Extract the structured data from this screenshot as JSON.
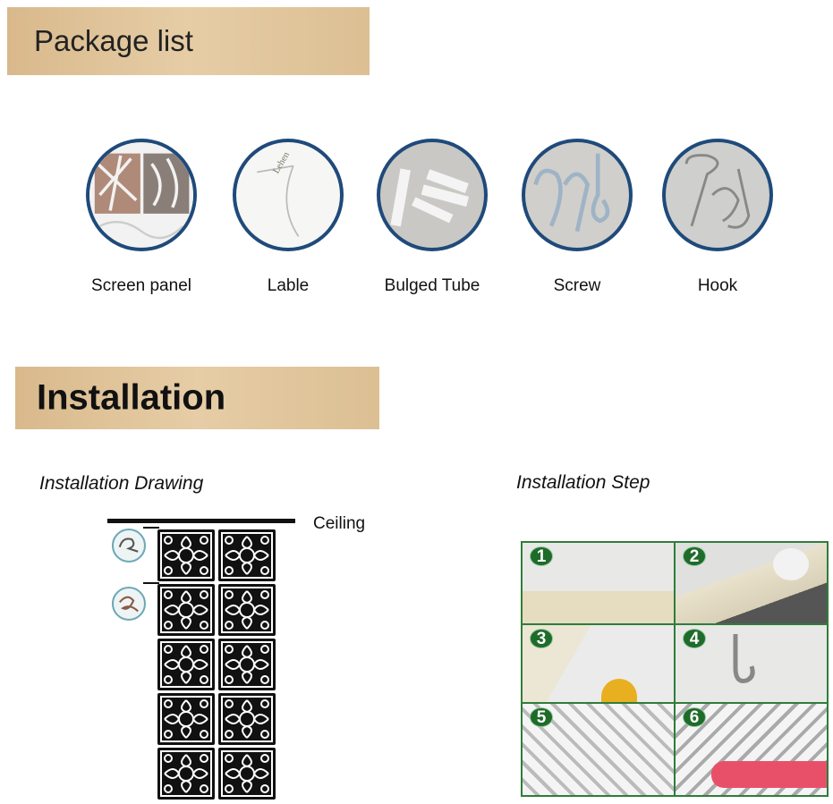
{
  "package": {
    "title": "Package list",
    "items": [
      {
        "label": "Screen panel",
        "icon": "screen-panel"
      },
      {
        "label": "Lable",
        "icon": "label-tag",
        "tag_text": "Lehen"
      },
      {
        "label": "Bulged Tube",
        "icon": "wall-anchor"
      },
      {
        "label": "Screw",
        "icon": "hook-screw"
      },
      {
        "label": "Hook",
        "icon": "s-hook"
      }
    ]
  },
  "installation": {
    "title": "Installation",
    "drawing": {
      "title": "Installation Drawing",
      "ceiling_label": "Ceiling",
      "rows": 5,
      "cols": 2
    },
    "steps": {
      "title": "Installation Step",
      "items": [
        "1",
        "2",
        "3",
        "4",
        "5",
        "6"
      ]
    }
  },
  "colors": {
    "banner": "#d9b98c",
    "circle_border": "#1f4a7a",
    "step_green": "#2f7d3a"
  }
}
